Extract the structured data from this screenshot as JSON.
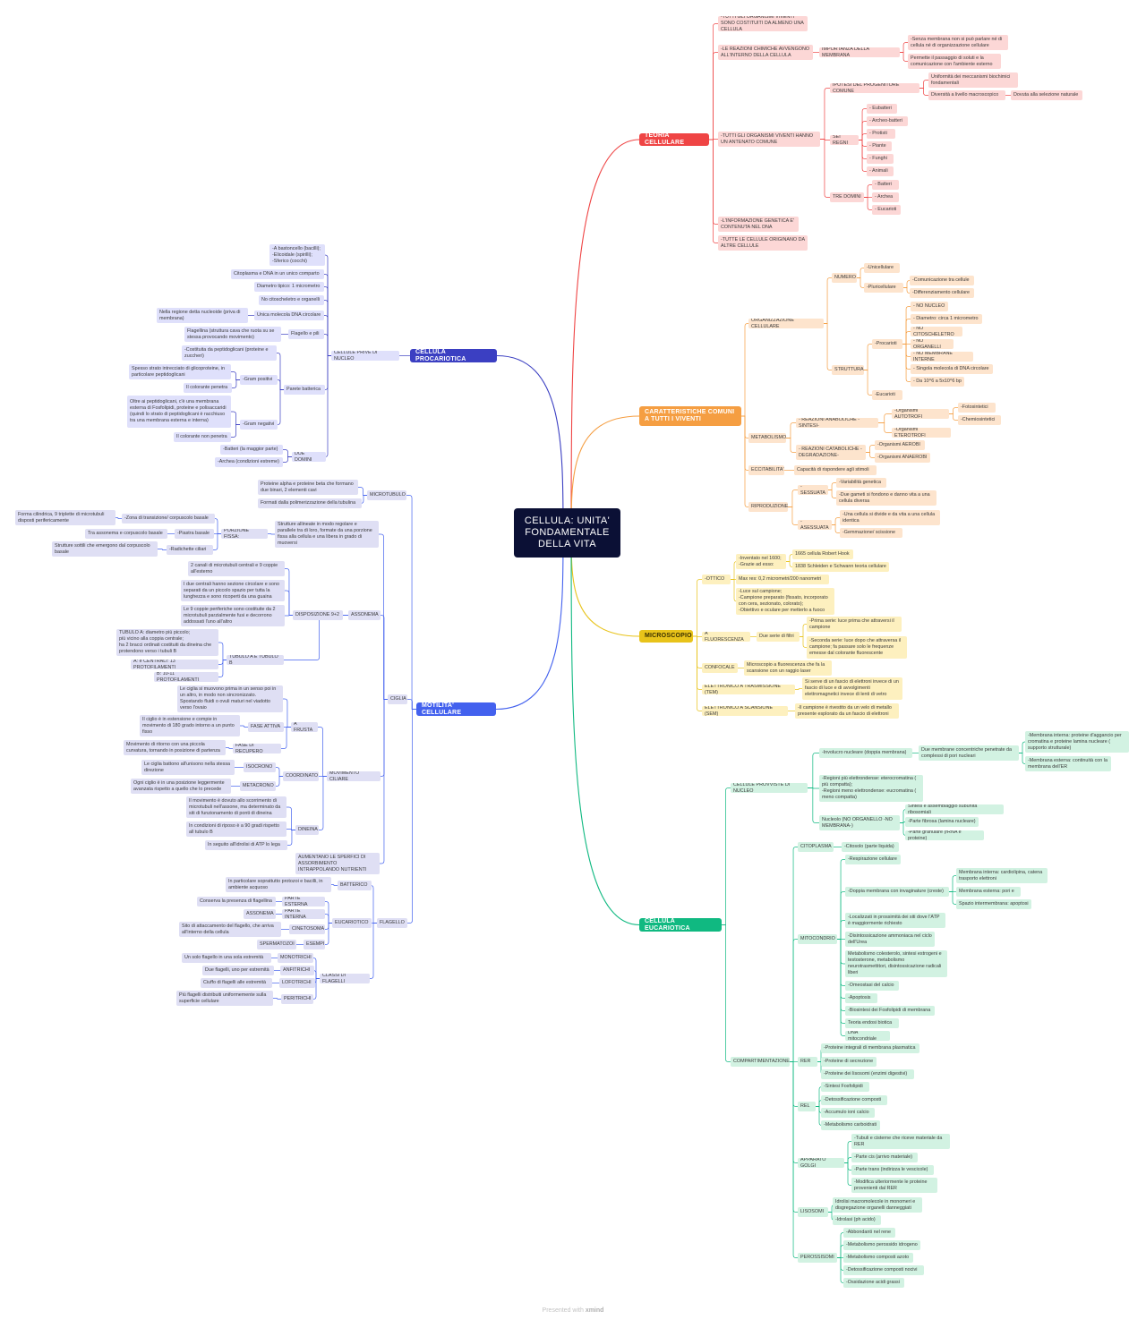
{
  "root": {
    "label": "CELLULA: UNITA' FONDAMENTALE DELLA VITA"
  },
  "footer": {
    "prefix": "Presented with",
    "brand": "xmind"
  },
  "colors": {
    "red": "#ef4444",
    "orange": "#f59e42",
    "yellow": "#e8c31a",
    "green": "#10b981",
    "blue": "#3b3fc2",
    "motility": "#4361ee"
  },
  "branches": {
    "teoria": {
      "label": "TEORIA CELLULARE",
      "items": {
        "t1": "-TUTTI GLI ORGANISMI VIVENTI SONO COSTITUITI DA ALMENO UNA CELLULA",
        "t2": "-LE REAZIONI CHIMICHE AVVENGONO ALL'INTERNO DELLA CELLULA",
        "t2a": "IMPORTANZA DELLA MEMBRANA",
        "t2a1": "-Senza membrana non si può parlare né di cellula né di organizzazione cellulare",
        "t2a2": "Permette il passaggio di soluti e la comunicazione con l'ambiente esterno",
        "t3": "-TUTTI GLI ORGANISMI VIVENTI HANNO UN ANTENATO COMUNE",
        "t3a": "IPOTESI DEL PROGENITORE COMUNE",
        "t3a1": "Uniformità dei meccanismi biochimici fondamentali",
        "t3a2": "Diversità a livello macroscopico",
        "t3a2a": "Dovuta alla selezione naturale",
        "t3b": "SEI REGNI",
        "t3b1": "- Eubatteri",
        "t3b2": "- Archeo-batteri",
        "t3b3": "- Protisti",
        "t3b4": "- Piante",
        "t3b5": "- Funghi",
        "t3b6": "- Animali",
        "t3c": "TRE DOMINI",
        "t3c1": "- Batteri",
        "t3c2": "- Archea",
        "t3c3": "- Eucarioti",
        "t4": "-L'INFORMAZIONE GENETICA E' CONTENUTA NEL DNA",
        "t5": "-TUTTE LE CELLULE ORIGINANO DA ALTRE CELLULE"
      }
    },
    "caratteristiche": {
      "label": "CARATTERISTICHE COMUNI A TUTTI I VIVENTI",
      "items": {
        "c1": "ORGANIZZAZIONE CELLULARE",
        "c1a": "NUMERO",
        "c1a1": "-Unicellulare",
        "c1a2": "-Pluricellulare",
        "c1a2a": "-Comunicazione tra cellule",
        "c1a2b": "-Differenziamento cellulare",
        "c1b": "STRUTTURA",
        "c1b1": "-Procarioti",
        "c1b1a": "- NO NUCLEO",
        "c1b1b": "- Diametro: circa 1 micrometro",
        "c1b1c": "- NO CITOSCHELETRO",
        "c1b1d": "- NO ORGANELLI",
        "c1b1e": "- NO MEMBRANE INTERNE",
        "c1b1f": "- Singola molecola di DNA circolare",
        "c1b1g": "- Da 10^6 a 5x10^6 bp",
        "c1b2": "-Eucarioti",
        "c2": "METABOLISMO",
        "c2a": "- REAZIONI ANABOLICHE -SINTESI-",
        "c2a1": "-Organismi AUTOTROFI",
        "c2a1a": "-Fotosintetici",
        "c2a1b": "-Chemiosintetici",
        "c2a2": "-Organismi ETEROTROFI",
        "c2b": "- REAZIONI CATABOLICHE -DEGRADAZIONE-",
        "c2b1": "-Organismi AEROBI",
        "c2b2": "-Organismi ANAEROBI",
        "c3": "ECCITABILITA'",
        "c3a": "Capacità di rispondere agli stimoli",
        "c4": "RIPRODUZIONE",
        "c4a": "-SESSUATA",
        "c4a1": "-Variabilità genetica",
        "c4a2": "-Due gameti si fondono e danno vita a una cellula diversa",
        "c4b": "-ASESSUATA",
        "c4b1": "-Una cellula si divide e da vita a una cellula identica",
        "c4b2": "-Gemmazione/ scissione"
      }
    },
    "microscopio": {
      "label": "MICROSCOPIO",
      "items": {
        "m1": "-OTTICO",
        "m1a": "-Inventato nel 1600;\n-Grazie ad esso:",
        "m1a1": "1665 cellula Robert Hook",
        "m1a2": "1838 Schleiden e Schwann teoria cellulare",
        "m1b": "Max res: 0,2 micrometri/200 nanometri",
        "m1c": "-Luce sul campione;\n-Campione preparato (fissato, incorporato con cera, sezionato, colorato);\n-Obiettivo e oculare per metterlo a fuoco",
        "m2": "A FLUORESCENZA",
        "m2a": "Due serie di filtri",
        "m2a1": "-Prima serie: luce prima che attraversi il campione",
        "m2a2": "-Seconda serie: luce dopo che attraversa il campione; fa passare solo le frequenze emesse dal colorante fluorescente",
        "m3": "CONFOCALE",
        "m3a": "Microscopio a fluorescenza che fa la scansione con un raggio laser",
        "m4": "ELETTRONICO A TRASMISSIONE (TEM)",
        "m4a": "Si serve di un fascio di elettroni invece di un fascio di luce e di avvolgimenti elettromagnetici invece di lenti di vetro",
        "m5": "ELETTRONICO A SCANSIONE (SEM)",
        "m5a": "-Il campione è rivestito da un velo di metallo presente esplorato da un fascio di elettroni"
      }
    },
    "eucariotica": {
      "label": "CELLULA EUCARIOTICA",
      "items": {
        "e1": "CELLULE PROVVISTE DI NUCLEO",
        "e1a": "-Involucro nucleare (doppia membrana)",
        "e1a1": "Due membrane concentriche penetrate da complessi di pori nucleari",
        "e1a1a": "-Membrana interna: proteine d'aggancio per cromatina e proteine lamina nucleare ( supporto strutturale)",
        "e1a1b": "-Membrana esterna: continuità con la membrana dell'ER",
        "e1b": "-Regioni più elettrondense: eterocromatina ( più compatta);\n-Regioni meno elettrondense: eucromatina ( meno compatta)",
        "e1c": "Nucleolo (NO ORGANELLO -NO MEMBRANA-)",
        "e1c1": "Sintesi e assemblaggio subunità ribosomiali",
        "e1c2": "-Parte fibrosa (lamina nucleare)",
        "e1c3": "-Parte granulare (rRNA e proteine)",
        "e2": "COMPARTIMENTAZIONE",
        "e2a": "CITOPLASMA",
        "e2a1": "-Citosolo (parte liquida)",
        "e2b": "MITOCONDRIO",
        "e2b1": "-Respirazione cellulare",
        "e2b2": "-Doppia membrana con invaginature (creste)",
        "e2b2a": "Membrana interna: cardiolipina, catena trasporto elettroni",
        "e2b2b": "Membrana esterna: pori e",
        "e2b2c": "Spazio intermembrana: apoptosi",
        "e2b3": "-Localizzati in prossimità dei siti dove l'ATP è maggiormente richiesto",
        "e2b4": "-Disintossicazione ammoniaca nel ciclo dell'Urea",
        "e2b5": "Metabolismo colesterolo, sintesi estrogeni e testosterone, metabolismo neurotrasmettitori, disintossicazione radicali liberi",
        "e2b6": "-Omeostasi del calcio",
        "e2b7": "-Apoptosis",
        "e2b8": "-Biosintesi dei Fosfolipidi di membrana",
        "e2b9": "Teoria endosi biotica",
        "e2b10": "DNA mitocondriale",
        "e2c": "RER",
        "e2c1": "-Proteine integrali di membrana plasmatica",
        "e2c2": "-Proteine di secrezione",
        "e2c3": "-Proteine dei lisosomi (enzimi digestivi)",
        "e2d": "REL",
        "e2d1": "-Sintesi Fosfolipidi",
        "e2d2": "-Detossificazione composti",
        "e2d3": "-Accumulo ioni calcio",
        "e2d4": "-Metabolismo carboidrati",
        "e2e": "APPARATO GOLGI",
        "e2e1": "-Tubuli e cisterne che riceve materiale da RER",
        "e2e2": "-Parte cis (arrivo materiale)",
        "e2e3": "-Parte trans (indirizza le vescicole)",
        "e2e4": "-Modifica ulteriormente le proteine provenienti dal RER",
        "e2f": "LISOSOMI",
        "e2f1": "Idrolisi macromolecole in monomeri e disgregazione organelli danneggiati",
        "e2f2": "-Idrolasi (ph acido)",
        "e2g": "PEROSSISOMI",
        "e2g1": "-Abbondanti nel rene",
        "e2g2": "-Metabolismo perossido idrogeno",
        "e2g3": "-Metabolismo composti azoto",
        "e2g4": "-Detossificazione composti nocivi",
        "e2g5": "-Ossidazione acidi grassi"
      }
    },
    "procariotica": {
      "label": "CELLULA PROCARIOTICA",
      "items": {
        "p1": "CELLULE PRIVE DI NUCLEO",
        "p1a": "-A bastoncello (bacilli);\n-Elicoidale (spirilli);\n-Sferico (cocchi)",
        "p1b": "Citoplasma e DNA in un unico comparto",
        "p1c": "Diametro tipico: 1 micrometro",
        "p1d": "No citoscheletro e organelli",
        "p1e": "Unica molecola DNA circolare",
        "p1e1": "Nella regione detta nucleoide (priva di membrana)",
        "p1f": "Flagello e pili",
        "p1f1": "Flagellina (struttura cava che ruota su se stessa provocando movimento)",
        "p1g": "Parete batterica",
        "p1g1": "-Costituita da peptidoglicani (proteine e zuccheri)",
        "p1g2": "-Gram positivi",
        "p1g2a": "Spesso strato intrecciato di glicoproteine, in particolare peptidoglicani",
        "p1g2b": "Il colorante penetra",
        "p1g3": "-Gram negativi",
        "p1g3a": "Oltre ai peptidoglicani, c'è una membrana esterna di Fosfolipidi, proteine e polisaccaridi (quindi lo strato di peptidoglicani è racchiuso tra una membrana esterna e interna)",
        "p1g3b": "Il colorante non penetra",
        "p1h": "DUE DOMINI",
        "p1h1": "-Batteri (la maggior parte)",
        "p1h2": "-Archea (condizioni estreme)"
      }
    },
    "motilita": {
      "label": "MOTILITA' CELLULARE",
      "items": {
        "q1": "MICROTUBULO",
        "q1a": "Proteine alpha e proteine beta che formano due binari, 2 elementi cavi",
        "q1b": "Formati dalla polimerizzazione della tubulina",
        "q2": "CIGLIA",
        "q2a": "Strutture allineate in modo regolare e parallele tra di loro, formate da una porzione fissa alla cellula e una libera in grado di muoversi",
        "q2a1": "PORZIONE FISSA:",
        "q2a1a": "-Zona di transizione/ corpuscolo basale",
        "q2a1a1": "Forma cilindrica, 9 triplette di microtubuli disposti perifericamente",
        "q2a1b": "-Piastra basale",
        "q2a1b1": "Tra assonema e corpuscolo basale",
        "q2a1c": "-Radichette ciliari",
        "q2a1c1": "Strutture sottili che emergono dal corpuscolo basale",
        "q2b": "ASSONEMA",
        "q2b1": "DISPOSIZIONE 9+2",
        "q2b1a": "2 canali di microtubuli centrali e 9 coppie all'esterno",
        "q2b1b": "I due centrali hanno sezione circolare e sono separati da un piccolo spazio per tutta la lunghezza e sono ricoperti da una guaina",
        "q2b1c": "Le 9 coppie periferiche sono costituite da 2 microtubuli parzialmente fusi e decorrono addossati l'uno all'altro",
        "q2b2": "TUBULO A E TUBULO B",
        "q2b2a": "TUBULO A: diametro più piccolo;\npiù vicino alla coppia centrale;\nha 2 bracci ordinati costituiti da dineina che protendono verso i tubuli B",
        "q2b2b": "A: e CENTRALI: 13 PROTOFILAMENTI",
        "q2b2c": "B: 10-11 PROTOFILAMENTI",
        "q2c": "MOVIMENTO CILIARE",
        "q2c1": "A FRUSTA",
        "q2c1a": "Le ciglia si muovono prima in un senso poi in un altro, in modo non sincronizzato. Spostando fluidi o ovuli maturi nel viadotto verso l'ovaio",
        "q2c1b": "FASE ATTIVA",
        "q2c1b1": "Il ciglio è in estensione e compie in movimento di 180 grado intorno a un punto fisso",
        "q2c1c": "FASE DI RECUPERO",
        "q2c1c1": "Movimento di ritorno con una piccola curvatura, tornando in posizione di partenza",
        "q2c2": "COORDINATO",
        "q2c2a": "ISOCRONO",
        "q2c2a1": "Le ciglia battono all'unisono nella stessa direzione",
        "q2c2b": "METACRONO",
        "q2c2b1": "Ogni ciglio è in una posizione leggermente avanzata rispetto a quello che lo precede",
        "q2c3": "DINEINA",
        "q2c3a": "Il movimento è dovuto allo scorrimento di microtubuli nell'assone, ma determinato da siti di funzionamento di ponti di dineina",
        "q2c3b": "In condizioni di riposo è a 90 gradi rispetto all tubulo B",
        "q2c3c": "In seguito all'idrolisi di ATP lo lega",
        "q2d": "AUMENTANO LE SPERFICI DI ASSORBIMENTO INTRAPPOLANDO NUTRIENTI",
        "q3": "FLAGELLO",
        "q3a": "BATTERICO",
        "q3a1": "In particolare soprattutto protozoi e bacilli, in ambiente acquoso",
        "q3b": "EUCARIOTICO",
        "q3b1": "PARTE ESTERNA",
        "q3b1a": "Conserva la presenza di flagellina",
        "q3b2": "PARTE INTERNA",
        "q3b2a": "ASSONEMA",
        "q3b3": "CINETOSOMA",
        "q3b3a": "Sito di attaccamento del flagello, che arriva all'interno della cellula",
        "q3b4": "ESEMPI",
        "q3b4a": "SPERMATOZOI",
        "q3c": "CLASSI DI FLAGELLI",
        "q3c1": "MONOTRICHI",
        "q3c1a": "Un solo flagello in una sola estremità",
        "q3c2": "ANFITRICHI",
        "q3c2a": "Due flagelli, uno per estremità",
        "q3c3": "LOFOTRICHI",
        "q3c3a": "Ciuffo di flagelli alle estremità",
        "q3c4": "PERITRICHI",
        "q3c4a": "Più flagelli distribuiti uniformemente sulla superficie cellulare"
      }
    }
  }
}
